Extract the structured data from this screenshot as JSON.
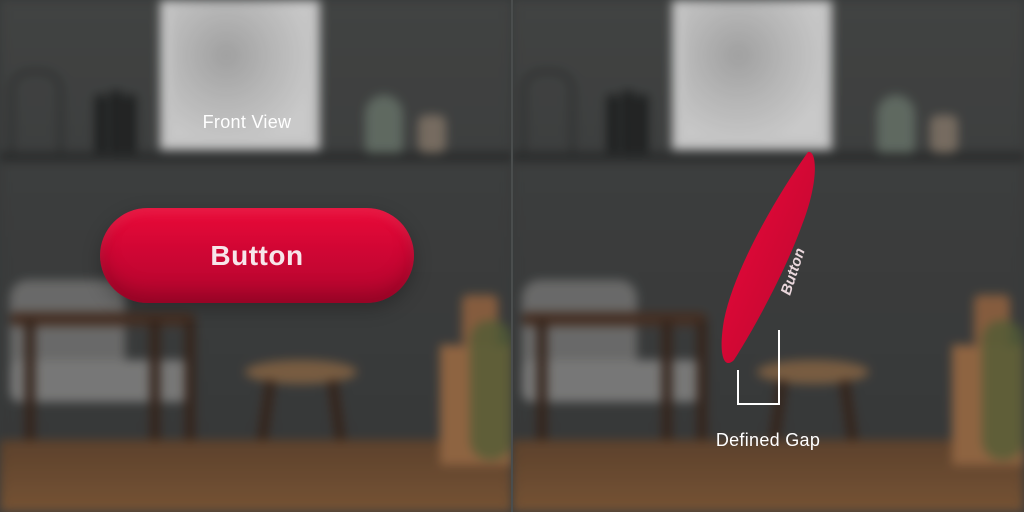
{
  "front_view": {
    "label": "Front View",
    "button_label": "Button"
  },
  "side_view": {
    "button_label": "Button",
    "gap_label": "Defined Gap"
  },
  "colors": {
    "button_red": "#e0083a",
    "button_red_dark": "#b2062e",
    "label_white": "#ffffff",
    "wall_gray": "#454747"
  },
  "icons": {
    "gap_bracket": "bracket-icon"
  }
}
